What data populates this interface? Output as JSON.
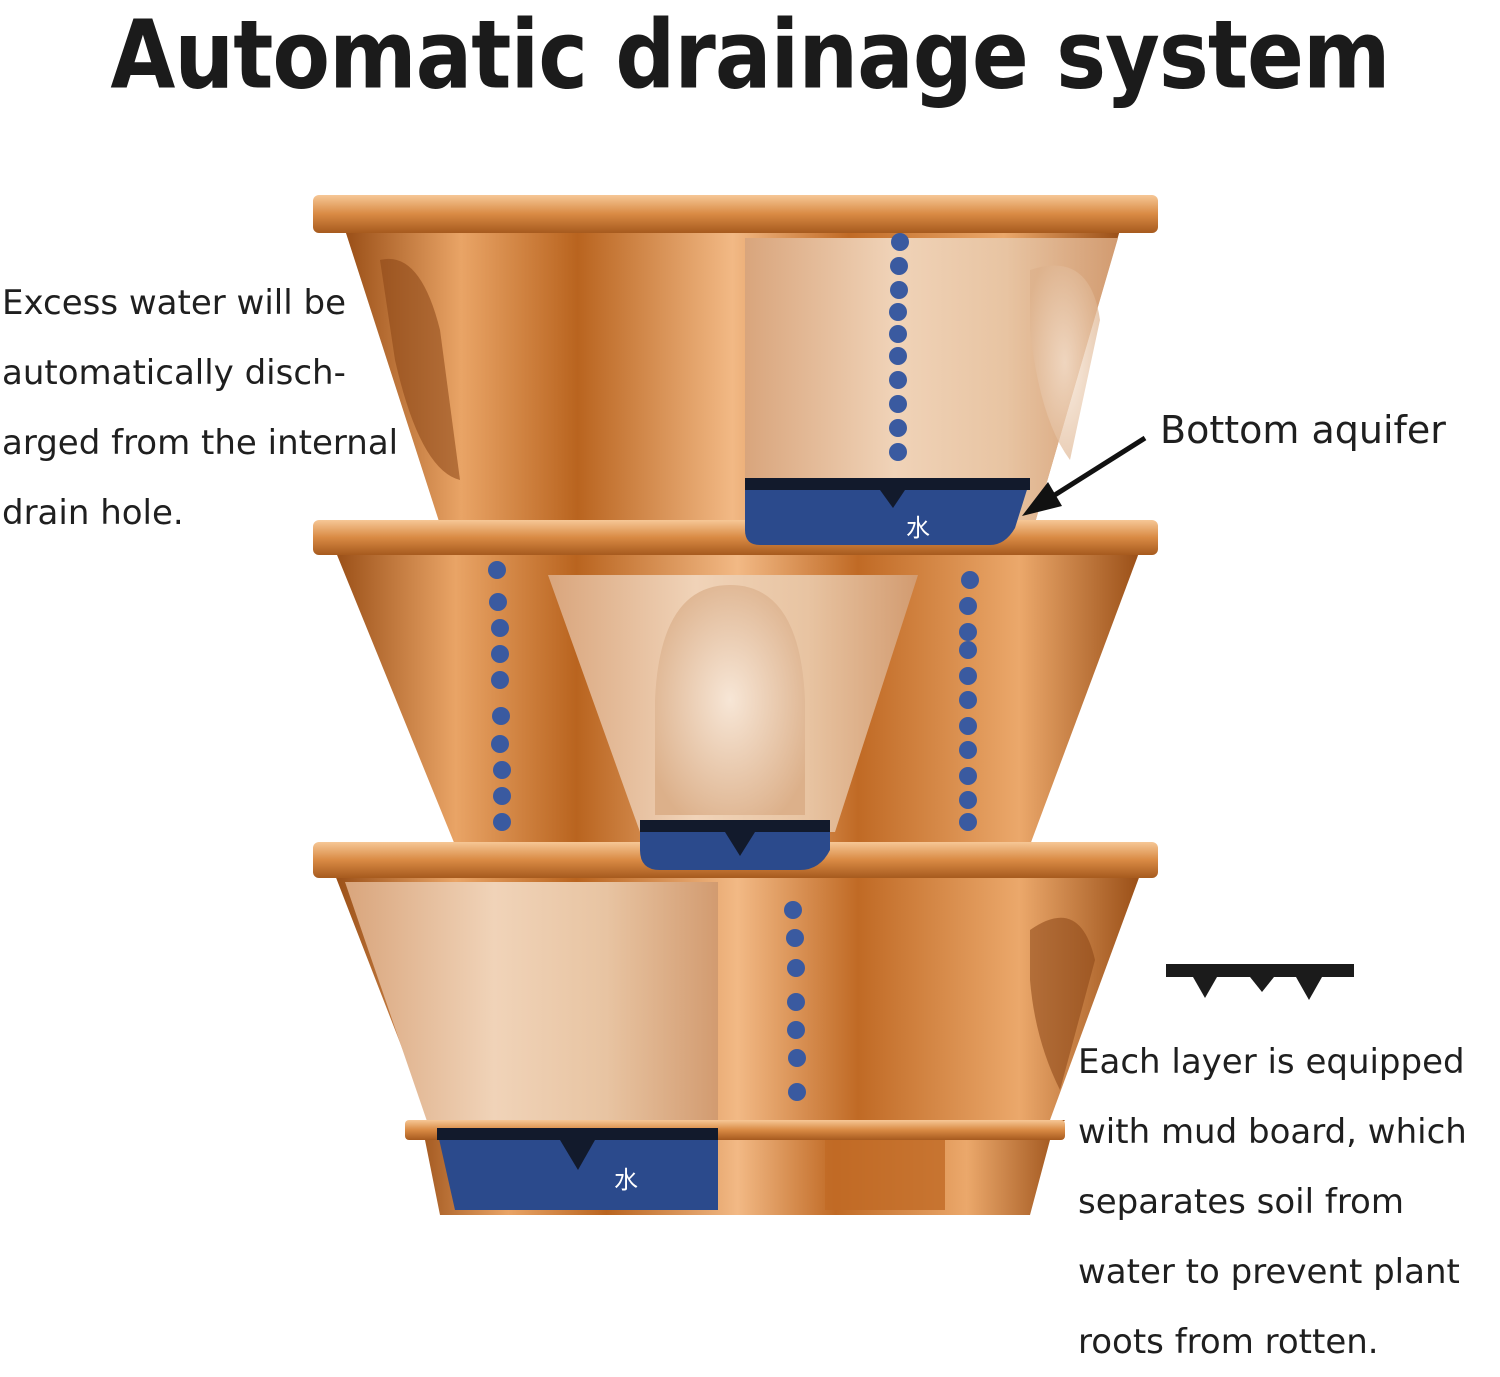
{
  "title": "Automatic drainage system",
  "callouts": {
    "excess_water": [
      "Excess water will be",
      "automatically disch-",
      "arged from the internal",
      "drain hole."
    ],
    "bottom_aquifer": "Bottom aquifer",
    "mud_board": [
      "Each layer is equipped",
      "with mud board, which",
      "separates soil from",
      "water to prevent plant",
      "roots from rotten."
    ]
  },
  "reservoir_glyph": "水",
  "colors": {
    "pot_copper": "#c8742f",
    "pot_highlight": "#f0b57a",
    "pot_shadow": "#8a4615",
    "cutaway_interior": "#e9c6a6",
    "water_reservoir": "#2b4a8c",
    "drip_dots": "#3a5aa0",
    "text": "#1f1f1f"
  }
}
